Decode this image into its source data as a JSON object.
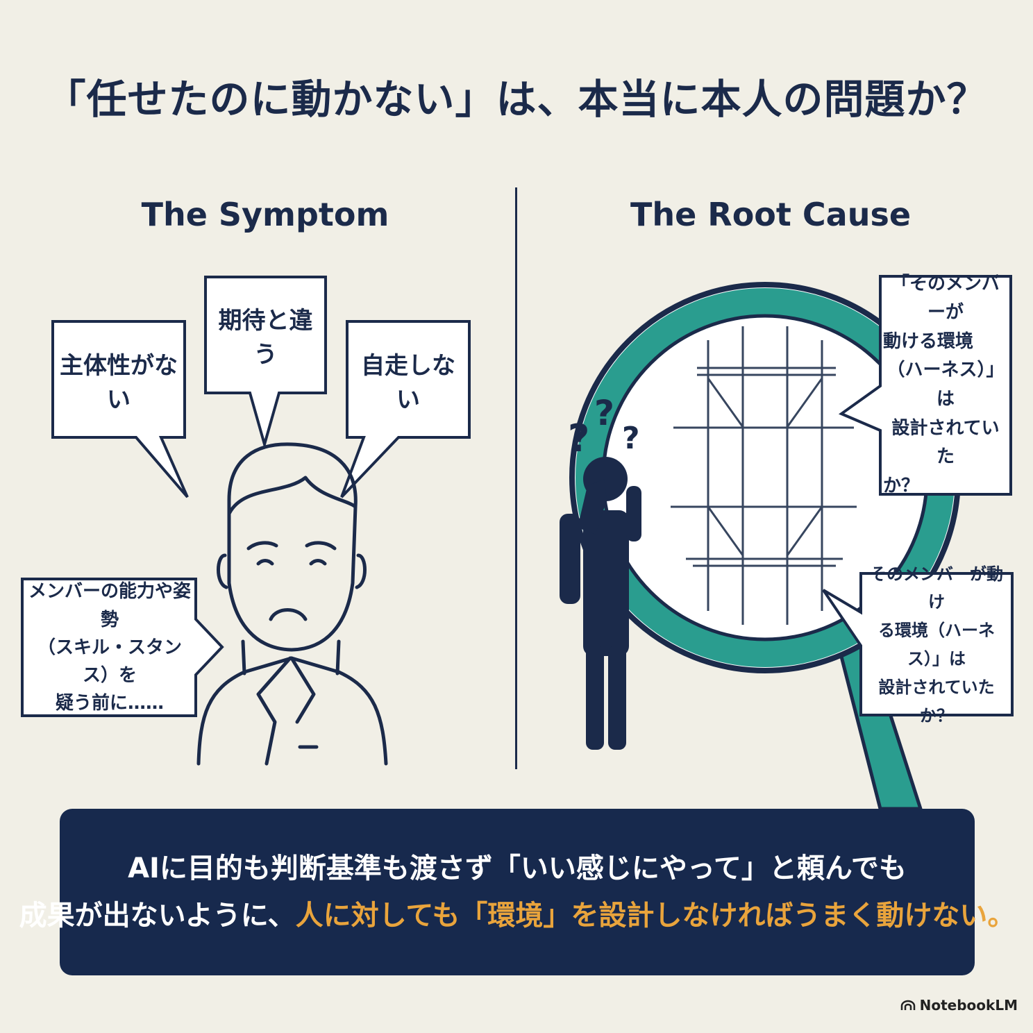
{
  "title": "「任せたのに動かない」は、本当に本人の問題か？",
  "left": {
    "heading": "The Symptom",
    "bubbles": {
      "b1": "主体性がない",
      "b2": "期待と違う",
      "b3": "自走しない",
      "b4": [
        "メンバーの能力や姿勢",
        "（スキル・スタンス）を",
        "疑う前に……"
      ]
    }
  },
  "right": {
    "heading": "The Root Cause",
    "bubbles": {
      "top": [
        "「そのメンバーが",
        "動ける環境",
        "（ハーネス）」は",
        "設計されていた",
        "か？"
      ],
      "bottom": [
        "そのメンバーが動け",
        "る環境（ハーネス）」は",
        "設計されていたか？"
      ]
    },
    "question_mark": "?"
  },
  "bottom": {
    "line1": "AIに目的も判断基準も渡さず「いい感じにやって」と頼んでも",
    "line2_plain": "成果が出ないように、",
    "line2_highlight": "人に対しても「環境」を設計しなければうまく動けない。"
  },
  "colors": {
    "navy": "#1b2a4a",
    "teal": "#2a9d8f",
    "orange": "#e9a43c",
    "background": "#f1efe6"
  },
  "brand": "NotebookLM"
}
